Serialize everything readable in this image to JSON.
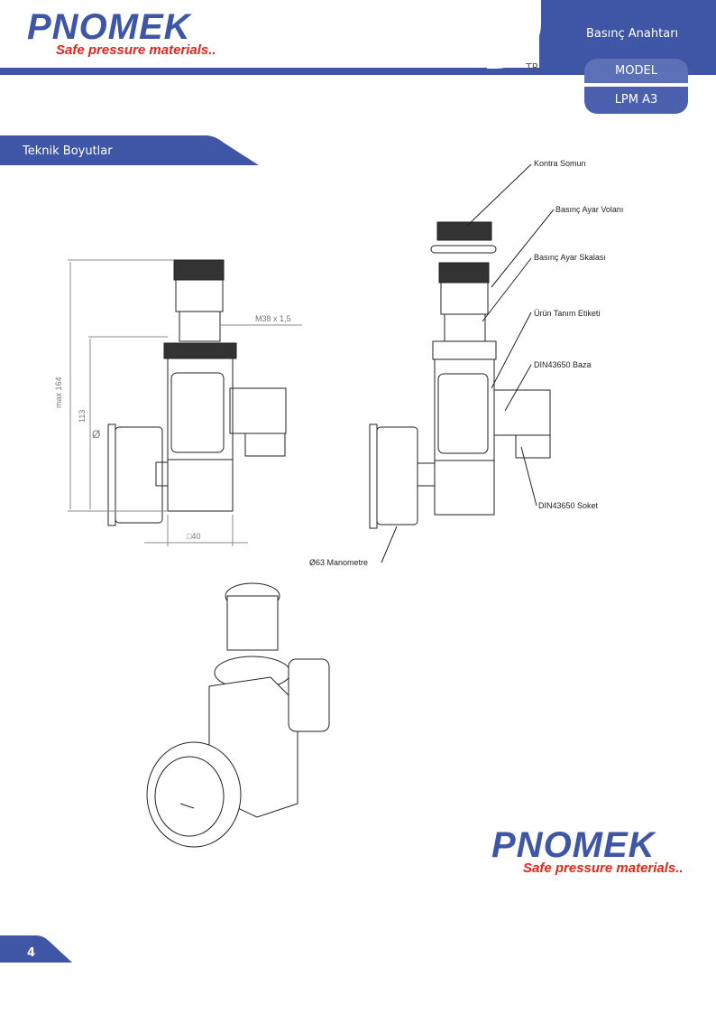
{
  "header": {
    "brand": "PNOMEK",
    "tagline": "Safe pressure materials..",
    "language": "TR",
    "product_type": "Basınç Anahtarı",
    "model_label": "MODEL",
    "model_value": "LPM A3"
  },
  "section": {
    "title": "Teknik Boyutlar"
  },
  "dimensions": {
    "thread": "M38 x 1,5",
    "max_height": "max 164",
    "height": "113",
    "diameter": "Ø",
    "width": "□40"
  },
  "callouts": [
    "Kontra Somun",
    "Basınç Ayar Volanı",
    "Basınç Ayar Skalası",
    "Ürün Tanım Etiketi",
    "DIN43650 Baza",
    "DIN43650 Soket",
    "Ø63 Manometre"
  ],
  "footer": {
    "brand": "PNOMEK",
    "tagline": "Safe pressure materials..",
    "page_number": "4"
  },
  "colors": {
    "primary": "#3f56a6",
    "accent": "#e1261c"
  }
}
